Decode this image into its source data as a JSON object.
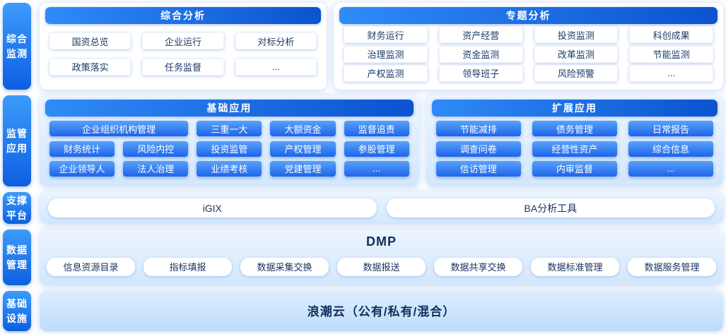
{
  "colors": {
    "primary_blue": "#1468ee",
    "rail_gradient_top": "#3d9bfb",
    "rail_gradient_bottom": "#0d5fe0",
    "light_panel_blue": "#d8eaff",
    "blue_chip_top": "#58a2fa",
    "blue_chip_bottom": "#1e64ec",
    "dark_text": "#1c3a66"
  },
  "left_rail": {
    "items": [
      {
        "label": "综合\n监测"
      },
      {
        "label": "监管\n应用"
      },
      {
        "label": "支撑\n平台"
      },
      {
        "label": "数据\n管理"
      },
      {
        "label": "基础\n设施"
      }
    ]
  },
  "monitoring": {
    "comprehensive": {
      "title": "综合分析",
      "items": [
        "国资总览",
        "企业运行",
        "对标分析",
        "政策落实",
        "任务监督",
        "..."
      ]
    },
    "thematic": {
      "title": "专题分析",
      "items": [
        "财务运行",
        "资产经营",
        "投资监测",
        "科创成果",
        "治理监测",
        "资金监测",
        "改革监测",
        "节能监测",
        "产权监测",
        "领导班子",
        "风险预警",
        "..."
      ]
    }
  },
  "applications": {
    "basic": {
      "title": "基础应用",
      "rows": [
        [
          "企业组织机构管理",
          "三重一大",
          "大额资金",
          "监督追责"
        ],
        [
          "财务统计",
          "风险内控",
          "投资监管",
          "产权管理",
          "参股管理"
        ],
        [
          "企业领导人",
          "法人治理",
          "业绩考核",
          "党建管理",
          "..."
        ]
      ]
    },
    "extended": {
      "title": "扩展应用",
      "items": [
        "节能减排",
        "债务管理",
        "日常报告",
        "调查问卷",
        "经营性资产",
        "综合信息",
        "信访管理",
        "内审监督",
        "..."
      ]
    }
  },
  "platform": {
    "items": [
      "iGIX",
      "BA分析工具"
    ]
  },
  "data_management": {
    "title": "DMP",
    "items": [
      "信息资源目录",
      "指标填报",
      "数据采集交换",
      "数据报送",
      "数据共享交换",
      "数据标准管理",
      "数据服务管理"
    ]
  },
  "infrastructure": {
    "label": "浪潮云（公有/私有/混合）"
  }
}
